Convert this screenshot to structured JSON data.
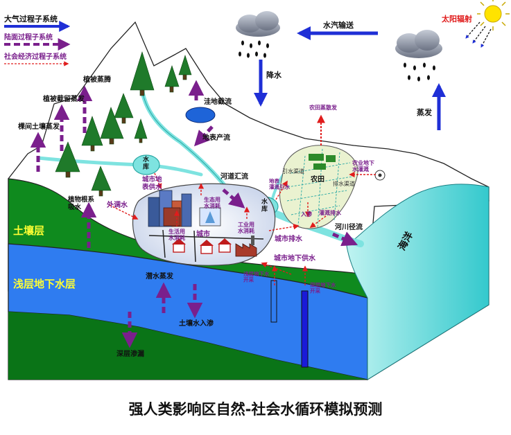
{
  "legend": {
    "atmosphere": "大气过程子系统",
    "land": "陆面过程子系统",
    "socioeconomic": "社会经济过程子系统"
  },
  "atmosphere_labels": {
    "solar_radiation": "太阳辐射",
    "vapor_transport": "水汽输送",
    "precipitation": "降水",
    "evaporation": "蒸发"
  },
  "land_labels": {
    "vegetation_transpiration": "植被蒸腾",
    "canopy_interception_evaporation": "植被截留蒸发",
    "bare_soil_evaporation": "棵间土壤蒸发",
    "depression_storage": "洼地截流",
    "surface_runoff": "地表产流",
    "channel_confluence": "河道汇流",
    "root_uptake": "植物根系\n吸水",
    "phreatic_evaporation": "潜水蒸发",
    "soil_infiltration": "土壤水入渗",
    "deep_leakage": "深层渗漏",
    "river_runoff": "河川径流"
  },
  "social_labels": {
    "reservoir_upper": "水\n库",
    "reservoir_lower": "水\n库",
    "urban_surface_supply": "城市地\n表供水",
    "external_transfer": "外调水",
    "domestic_use": "生活用\n水消耗",
    "ecological_use": "生态用\n水消耗",
    "industrial_use": "工业用\n水消耗",
    "city": "城市",
    "urban_drainage": "城市排水",
    "urban_groundwater_supply": "城市地下供水",
    "shallow_pumping": "浅层地下水\n开采",
    "deep_pumping": "深层地下水\n开采",
    "farmland_evaporation": "农田蒸散发",
    "farmland": "农田",
    "agri_groundwater_irrigation": "农业地下\n水灌溉",
    "surface_irrigation_diversion": "地表\n灌溉引水",
    "diversion_channel": "引水渠道",
    "drainage_channel": "排水渠道",
    "infiltration": "入渗",
    "irrigation_drainage": "灌溉排水",
    "ocean": "海洋"
  },
  "layers": {
    "soil": "土壤层",
    "shallow_aquifer": "浅层地下水层"
  },
  "caption": "强人类影响区自然-社会水循环模拟预测",
  "colors": {
    "atmosphere_arrow": "#1f2fd6",
    "land_arrow": "#7a1f8c",
    "social_arrow": "#e01c1c",
    "soil_layer": "#0f8a1e",
    "aquifer_layer": "#2f7cf0",
    "ocean": "#43d4d4",
    "river": "#7ee3e0",
    "sun": "#ffe300"
  }
}
